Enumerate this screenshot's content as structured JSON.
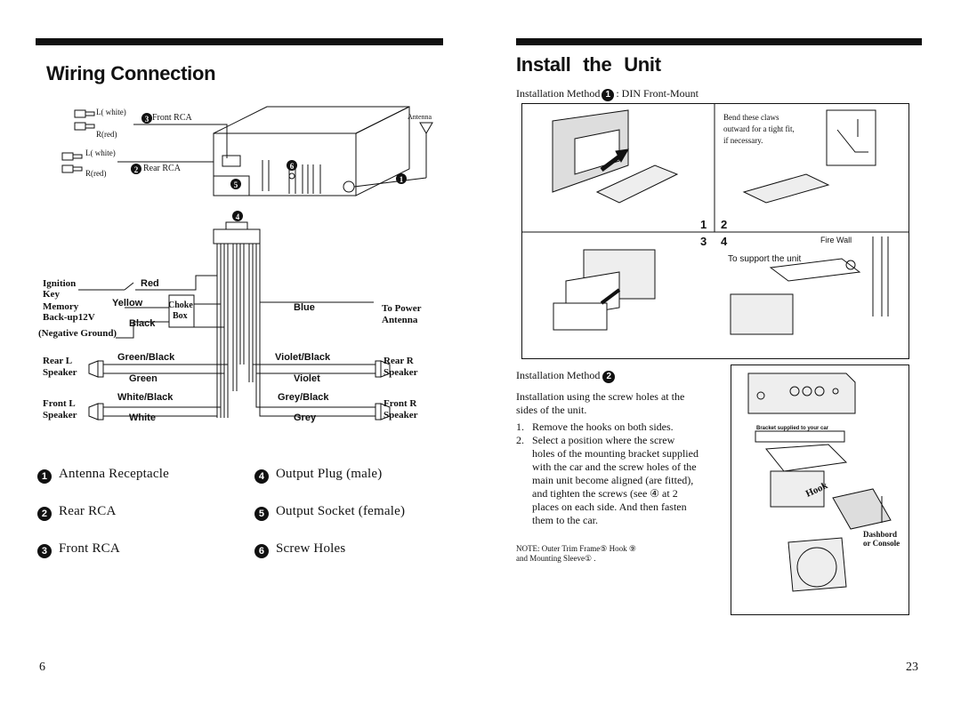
{
  "left": {
    "title": "Wiring Connection",
    "page_number": "6",
    "diagram": {
      "l_white_1": "L( white)",
      "r_red_1": "R(red)",
      "front_rca": "Front RCA",
      "l_white_2": "L( white)",
      "r_red_2": "R(red)",
      "rear_rca": "Rear RCA",
      "antenna": "Antenna",
      "ignition": "Ignition",
      "key": "Key",
      "memory": "Memory",
      "backup": "Back-up12V",
      "negative_ground": "(Negative Ground)",
      "red": "Red",
      "yellow": "Yellow",
      "black": "Black",
      "choke": "Choke",
      "box": "Box",
      "blue": "Blue",
      "to_power": "To Power",
      "antenna_lc": "Antenna",
      "rear_l": "Rear L",
      "rear_r": "Rear R",
      "front_l": "Front L",
      "front_r": "Front R",
      "speaker": "Speaker",
      "green_black": "Green/Black",
      "green": "Green",
      "violet_black": "Violet/Black",
      "violet": "Violet",
      "white_black": "White/Black",
      "white": "White",
      "grey_black": "Grey/Black",
      "grey": "Grey"
    },
    "legend": [
      {
        "num": "1",
        "label": "Antenna Receptacle"
      },
      {
        "num": "4",
        "label": "Output Plug (male)"
      },
      {
        "num": "2",
        "label": "Rear RCA"
      },
      {
        "num": "5",
        "label": "Output Socket (female)"
      },
      {
        "num": "3",
        "label": "Front RCA"
      },
      {
        "num": "6",
        "label": "Screw Holes"
      }
    ]
  },
  "right": {
    "title": "Install the Unit",
    "page_number": "23",
    "method1_label": "Installation Method",
    "method1_num": "1",
    "method1_desc": ":  DIN Front-Mount",
    "claws_text": [
      "Bend these claws",
      "outward for a tight fit,",
      "if necessary."
    ],
    "step_nums": [
      "1",
      "2",
      "3",
      "4"
    ],
    "fire_wall": "Fire  Wall",
    "support_text": "To support the unit",
    "method2_label": "Installation Method",
    "method2_num": "2",
    "intro": [
      "Installation using the screw holes at the",
      "sides of the unit."
    ],
    "steps": [
      {
        "n": "1.",
        "lines": [
          "Remove the hooks on both sides."
        ]
      },
      {
        "n": "2.",
        "lines": [
          "Select a position where the screw",
          "holes of the mounting bracket supplied",
          "with the car and the screw holes of the",
          "main unit become aligned (are fitted),",
          "and tighten the screws (see ④ at 2",
          "places on each side. And then fasten",
          "them to the car."
        ]
      }
    ],
    "note_line1": "NOTE:  Outer Trim Frame⑤ Hook ⑨",
    "note_line2": "and Mounting Sleeve① .",
    "bracket_text": "Bracket supplied to your car",
    "hook_text": "Hook",
    "dashboard": "Dashbord",
    "or_console": "or Console"
  }
}
